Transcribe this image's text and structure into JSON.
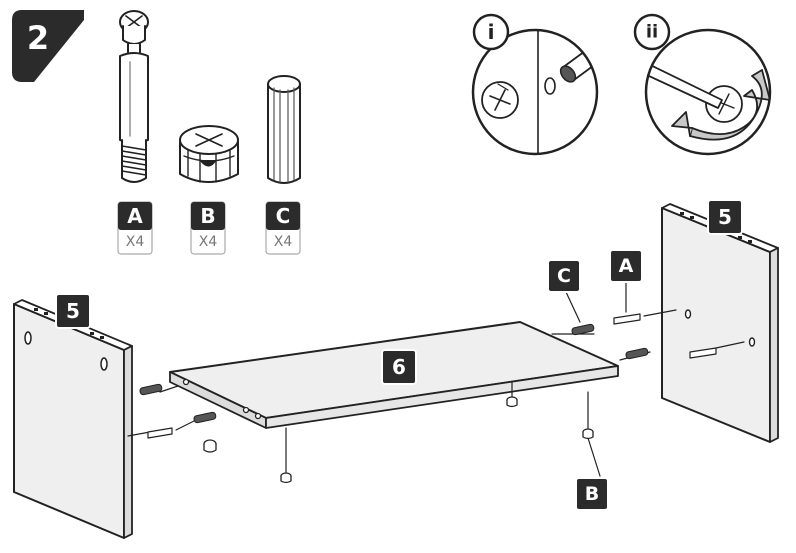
{
  "step": {
    "number": "2"
  },
  "parts": [
    {
      "letter": "A",
      "qty": "X4",
      "icon": "cam-bolt-icon"
    },
    {
      "letter": "B",
      "qty": "X4",
      "icon": "cam-lock-icon"
    },
    {
      "letter": "C",
      "qty": "X4",
      "icon": "dowel-icon"
    }
  ],
  "details": [
    {
      "numeral": "i",
      "icon": "insert-bolt-icon"
    },
    {
      "numeral": "ii",
      "icon": "screwdriver-turn-icon"
    }
  ],
  "panels": {
    "side_left": "5",
    "side_right": "5",
    "shelf": "6"
  },
  "callouts": {
    "a": "A",
    "b": "B",
    "c": "C"
  },
  "colors": {
    "label_bg": "#2b2b2b",
    "line": "#222222",
    "panel": "#efefef",
    "arrow": "#c8c8c8"
  }
}
